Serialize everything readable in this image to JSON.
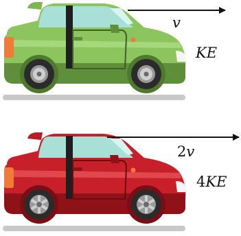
{
  "cars": [
    {
      "id": "green",
      "velocity": {
        "coef": "",
        "symbol": "v"
      },
      "energy": {
        "coef": "",
        "symbol": "KE"
      },
      "colors": {
        "body_light": "#a5d87a",
        "body": "#8cc45e",
        "body_dark": "#5f8f3a",
        "shadow": "#4f7a2e",
        "roof": "#7fb64f"
      }
    },
    {
      "id": "red",
      "velocity": {
        "coef": "2",
        "symbol": "v"
      },
      "energy": {
        "coef": "4",
        "symbol": "KE"
      },
      "colors": {
        "body_light": "#e0484e",
        "body": "#c8202a",
        "body_dark": "#8e1218",
        "shadow": "#7a0e14",
        "roof": "#b81c24"
      }
    }
  ],
  "common_colors": {
    "glass": "#a8e0d8",
    "glass_shine": "#d8f4f0",
    "tire": "#2b2b2b",
    "rim": "#9a9a9a",
    "rim_light": "#cfcfcf",
    "headlight": "#f5f5f5",
    "taillight": "#f07a3a",
    "ground": "#c8c8c8",
    "arrow": "#111111"
  }
}
